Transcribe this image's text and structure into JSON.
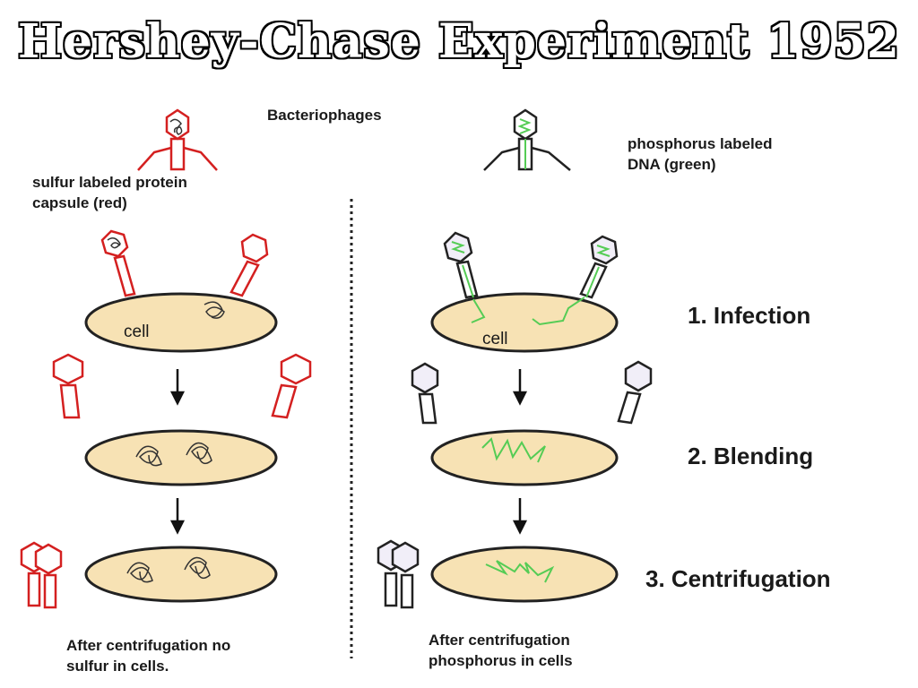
{
  "title": "Hershey-Chase Experiment 1952",
  "header_label": "Bacteriophages",
  "left": {
    "phage_label_line1": "sulfur labeled protein",
    "phage_label_line2": "capsule (red)",
    "cell_label": "cell",
    "result_line1": "After centrifugation no",
    "result_line2": "sulfur in cells."
  },
  "right": {
    "phage_label_line1": "phosphorus labeled",
    "phage_label_line2": "DNA (green)",
    "cell_label": "cell",
    "result_line1": "After centrifugation",
    "result_line2": "phosphorus in cells"
  },
  "steps": [
    "1. Infection",
    "2. Blending",
    "3. Centrifugation"
  ],
  "colors": {
    "protein": "#d42020",
    "dna": "#55cc55",
    "cell_fill": "#f7e2b4",
    "phage_body": "#f1eef8"
  }
}
